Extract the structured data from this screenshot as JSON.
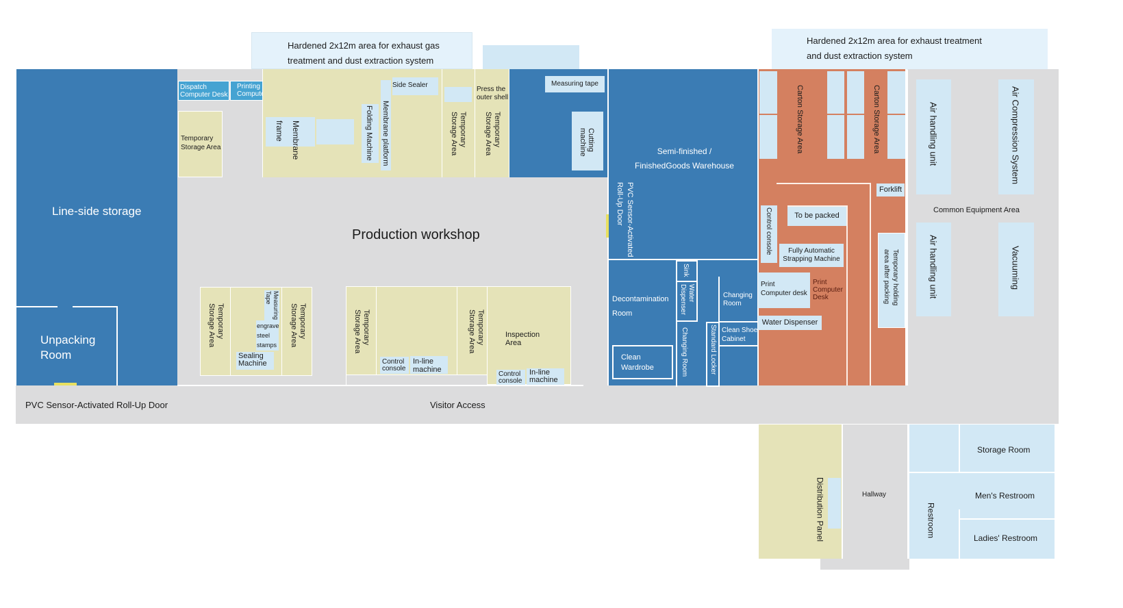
{
  "title": "Factory floor plan",
  "colors": {
    "warehouse_blue": "#3b7cb4",
    "packing_orange": "#d48060",
    "production_khaki": "#e5e3b8",
    "corridor_grey": "#dcdcdd",
    "equipment_lightblue": "#d2e8f5",
    "desk_blue": "#45a3d2",
    "door_yellow": "#e8e060"
  },
  "top_annotations": {
    "left": "Hardened 2x12m area for exhaust gas\ntreatment and dust extraction system",
    "right": "Hardened 2x12m area for exhaust treatment\nand dust extraction system"
  },
  "zones": {
    "line_side_storage": "Line-side storage",
    "unpacking_room": "Unpacking\nRoom",
    "production_workshop": "Production workshop",
    "semi_finished_warehouse": "Semi-finished /\nFinishedGoods Warehouse",
    "decontamination_room": "Decontamination\nRoom",
    "common_equipment_area": "Common Equipment Area",
    "visitor_access": "Visitor Access",
    "roll_up_door_bottom": "PVC Sensor-Activated Roll-Up Door",
    "roll_up_door_side": "PVC Sensor-Activated\nRoll-Up Door",
    "hallway": "Hallway"
  },
  "production": {
    "dispatch_desk": "Dispatch\nComputer Desk",
    "printing_desk": "Printing\nComputer Desk",
    "temp_storage": "Temporary\nStorage Area",
    "membrane_frame": "Membrane\nframe",
    "folding_machine": "Folding Machine",
    "membrane_platform": "Membrane platform",
    "side_sealer": "Side Sealer",
    "press_outer_shell": "Press the\nouter shell",
    "measuring_tape": "Measuring tape",
    "cutting_machine": "Cutting\nmachine",
    "measuring_tape_small": "Measuring\nTape",
    "engrave_steel_stamps": "engrave\nsteel\nstamps",
    "sealing_machine": "Sealing\nMachine",
    "control_console": "Control\nconsole",
    "inline_machine": "In-line\nmachine",
    "inspection_area": "Inspection\nArea"
  },
  "changing": {
    "sink": "Sink",
    "water_dispenser": "Water\nDispenser",
    "changing_room": "Changing Room",
    "changing_room_2": "Changing\nRoom",
    "standard_locker": "Standard Locker",
    "clean_shoe_cabinet": "Clean Shoe\nCabinet",
    "clean_wardrobe": "Clean\nWardrobe"
  },
  "packing": {
    "carton_storage": "Carton Storage Area",
    "forklift": "Forklift",
    "control_console": "Control console",
    "to_be_packed": "To be packed",
    "strapping_machine": "Fully Automatic\nStrapping Machine",
    "print_computer_desk": "Print\nComputer desk",
    "print_computer_desk_2": "Print\nComputer\nDesk",
    "water_dispenser": "Water Dispenser",
    "temp_holding": "Temporary holding\narea after packing"
  },
  "equipment": {
    "air_handling_unit": "Air handling unit",
    "air_compression": "Air Compression System",
    "vacuuming": "Vacuuming"
  },
  "service": {
    "distribution_panel": "Distribution Panel",
    "storage_room": "Storage Room",
    "restroom": "Restroom",
    "mens_restroom": "Men's Restroom",
    "ladies_restroom": "Ladies' Restroom"
  }
}
